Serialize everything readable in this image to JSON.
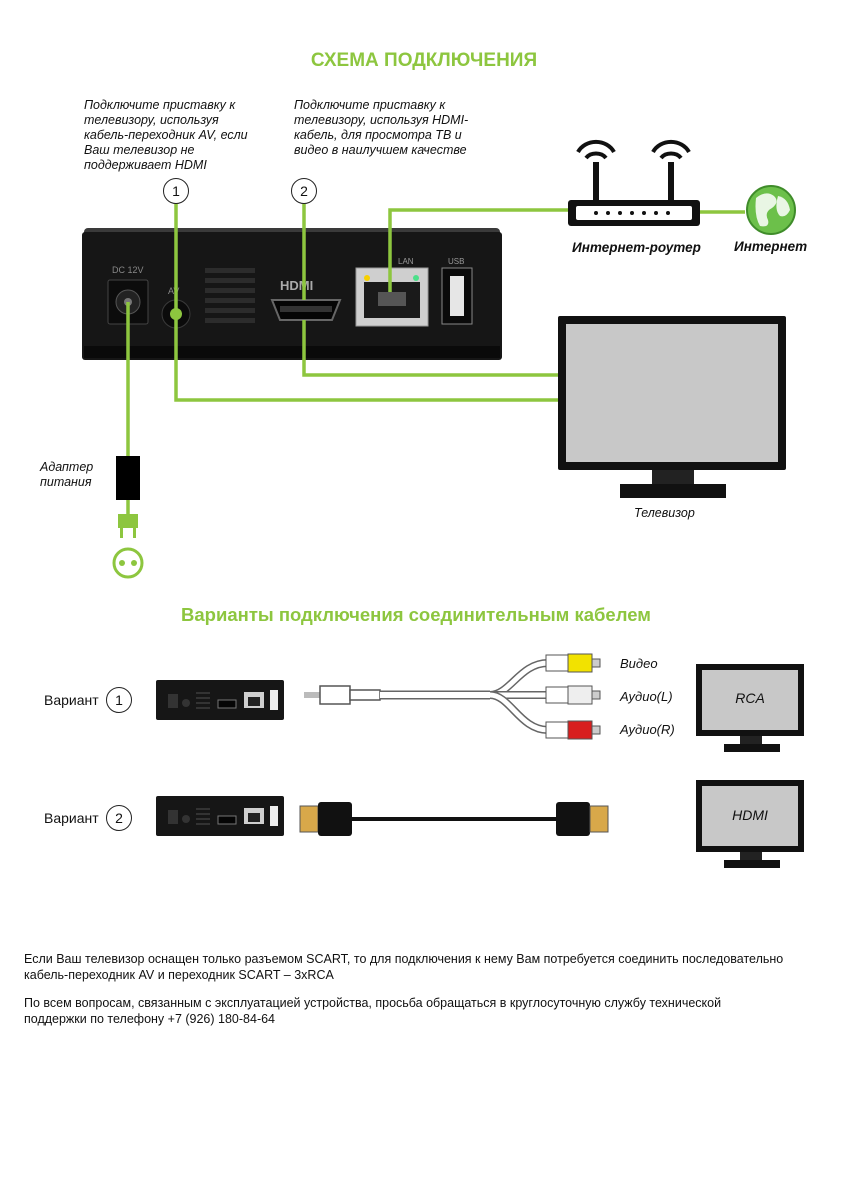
{
  "header": {
    "title": "СХЕМА ПОДКЛЮЧЕНИЯ",
    "note_1": "Подключите приставку к телевизору, используя кабель-переходник AV, если Ваш телевизор не поддерживает HDMI",
    "note_2": "Подключите приставку к телевизору, используя HDMI-кабель, для просмотра ТВ и видео в наилучшем качестве",
    "badge_1": "1",
    "badge_2": "2"
  },
  "device": {
    "port_dc": "DC 12V",
    "port_av": "AV",
    "port_hdmi": "HDMI",
    "port_lan": "LAN",
    "port_usb": "USB"
  },
  "labels": {
    "router": "Интернет-роутер",
    "internet": "Интернет",
    "tv": "Телевизор",
    "adapter": "Адаптер питания"
  },
  "variants": {
    "title": "Варианты подключения соединительным кабелем",
    "v1_label": "Вариант",
    "v1_num": "1",
    "v2_label": "Вариант",
    "v2_num": "2",
    "video": "Видео",
    "audio_l": "Аудио(L)",
    "audio_r": "Аудио(R)",
    "tv_rca": "RCA",
    "tv_hdmi": "HDMI"
  },
  "footer": {
    "scart_note": "Если Ваш телевизор оснащен только разъемом SCART, то для подключения к нему Вам потребуется соединить последовательно кабель-переходник AV и переходник SCART – 3xRCA",
    "support_note": "По всем вопросам, связанным с эксплуатацией устройства, просьба обращаться в круглосуточную службу технической поддержки по телефону +7 (926) 180-84-64"
  },
  "colors": {
    "accent": "#8dc63f",
    "device": "#1a1a1a",
    "screen": "#c8c8c8",
    "rca_yellow": "#f2e200",
    "rca_white": "#eeeeee",
    "rca_red": "#d81e1e"
  }
}
